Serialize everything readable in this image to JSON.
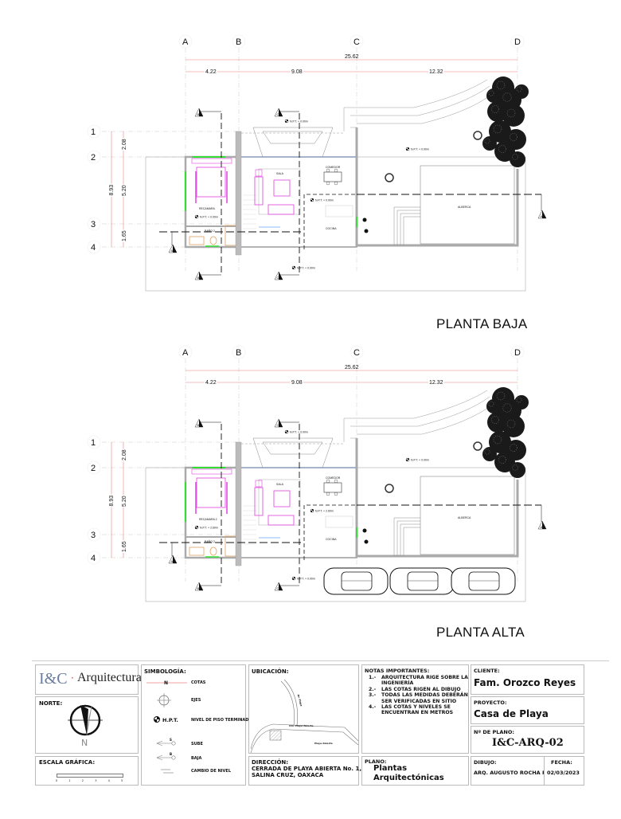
{
  "axes": {
    "columns": [
      "A",
      "B",
      "C",
      "D"
    ],
    "rows": [
      "1",
      "2",
      "3",
      "4"
    ],
    "total_width": "25.62",
    "col_dims": [
      "4.22",
      "9.08",
      "12.32"
    ],
    "total_depth": "8.93",
    "row_dims": [
      "2.08",
      "5.20",
      "1.65"
    ]
  },
  "plans": [
    {
      "title": "PLANTA BAJA",
      "rooms": {
        "bedroom": "RECAMARA",
        "bath": "BAÑO 2",
        "living": "SALA",
        "dining": "COMEDOR",
        "kitchen": "COCINA",
        "pool": "ALBERCA"
      },
      "levels": {
        "npt1": "N.P.T. + 0.00m",
        "npt2": "N.P.T. + 0.00m",
        "npt3": "N.P.T. + 0.00m",
        "npt4": "N.P.T. + 0.00m",
        "npt5": "N.P.T. + 0.00m"
      },
      "sections": {
        "a": "A",
        "b": "B",
        "c": "C"
      }
    },
    {
      "title": "PLANTA ALTA",
      "rooms": {
        "bedroom": "RECAMARA 2",
        "bath": "BAÑO 2",
        "living": "SALA",
        "dining": "COMEDOR",
        "kitchen": "COCINA",
        "pool": "ALBERCA"
      },
      "levels": {
        "npt1": "N.P.T. + 0.00m",
        "npt2": "N.P.T. + 2.60m",
        "npt3": "N.P.T. + 2.60m",
        "npt4": "N.P.T. + 0.00m",
        "npt5": "N.P.T. + 0.00m"
      },
      "sections": {
        "a": "A",
        "b": "B",
        "c": "C"
      }
    }
  ],
  "title_block": {
    "logo": {
      "brand": "I&C",
      "separator": "·",
      "name": "Arquitectura"
    },
    "north_label": "NORTE:",
    "north_letter": "N",
    "scale_label": "ESCALA GRÁFICA:",
    "scale_ticks": [
      "0",
      "1",
      "2",
      "3",
      "4",
      "5"
    ],
    "symbology_label": "SIMBOLOGÍA:",
    "symbols": [
      {
        "glyph": "N",
        "label": "COTAS"
      },
      {
        "glyph": "",
        "label": "EJES"
      },
      {
        "glyph": "H.P.T.",
        "label": "NIVEL DE PISO TERMINADO"
      },
      {
        "glyph": "S",
        "label": "SUBE"
      },
      {
        "glyph": "B",
        "label": "BAJA"
      },
      {
        "glyph": "",
        "label": "CAMBIO DE NIVEL"
      }
    ],
    "location_label": "UBICACIÓN:",
    "location_streets": [
      "Av. Playa",
      "Cto. Playa Abierta",
      "Playa Abierta"
    ],
    "address_label": "DIRECCIÓN:",
    "address_line1": "CERRADA DE PLAYA ABIERTA No. 1,",
    "address_line2": "SALINA CRUZ, OAXACA",
    "notes_label": "NOTAS IMPORTANTES:",
    "notes": [
      {
        "num": "1.-",
        "text": "ARQUITECTURA RIGE SOBRE LA INGENIERÍA"
      },
      {
        "num": "2.-",
        "text": "LAS COTAS RIGEN AL DIBUJO"
      },
      {
        "num": "3.-",
        "text": "TODAS LAS MEDIDAS DEBERÁN SER VERIFICADAS EN SITIO"
      },
      {
        "num": "4.-",
        "text": "LAS COTAS Y NIVELES SE ENCUENTRAN EN METROS"
      }
    ],
    "sheet_label": "PLANO:",
    "sheet_line1": "Plantas",
    "sheet_line2": "Arquitectónicas",
    "client_label": "CLIENTE:",
    "client": "Fam. Orozco Reyes",
    "project_label": "PROYECTO:",
    "project": "Casa de Playa",
    "plan_no_label": "Nº DE PLANO:",
    "plan_no": "I&C-ARQ-02",
    "drawn_label": "DIBUJO:",
    "drawn_by": "ARQ. AUGUSTO ROCHA F.",
    "date_label": "FECHA:",
    "date": "02/03/2023"
  },
  "colors": {
    "dim": "#f08080",
    "furniture": "#e040e0",
    "window": "#33dd33",
    "door": "#e0a060",
    "water": "#66aaff"
  }
}
